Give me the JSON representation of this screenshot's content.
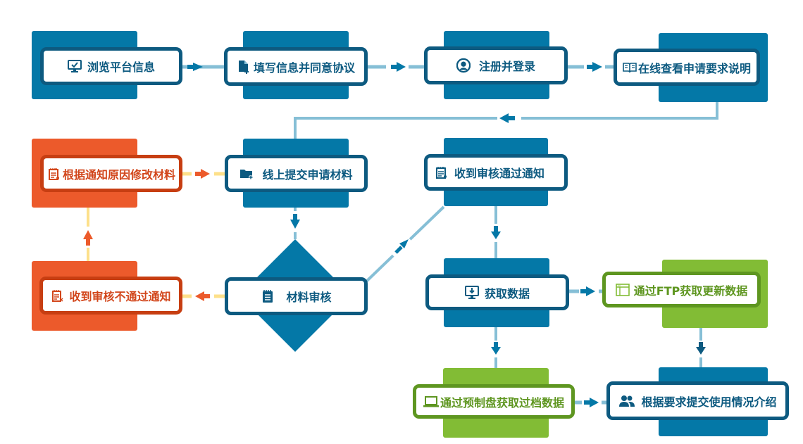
{
  "title": "数据申请流程",
  "colors": {
    "blue_back": "#0478a7",
    "blue_border": "#0d5a80",
    "blue_line": "#86bfd6",
    "orange_back": "#ec5a2b",
    "orange_border": "#c73e12",
    "orange_line": "#fde08a",
    "green_back": "#82bc35",
    "green_border": "#5e9620"
  },
  "steps": {
    "browse": {
      "label": "浏览平台信息",
      "icon": "monitor-check-icon"
    },
    "fill_agree": {
      "label": "填写信息并同意协议",
      "icon": "document-add-icon"
    },
    "register_login": {
      "label": "注册并登录",
      "icon": "user-circle-icon"
    },
    "view_requirements": {
      "label": "在线查看申请要求说明",
      "icon": "open-book-icon"
    },
    "submit_materials": {
      "label": "线上提交申请材料",
      "icon": "folder-add-icon"
    },
    "modify_materials": {
      "label": "根据通知原因修改材料",
      "icon": "notepad-edit-icon"
    },
    "approved_notice": {
      "label": "收到审核通过通知",
      "icon": "notepad-edit-icon"
    },
    "review": {
      "label": "材料审核",
      "icon": "notepad-icon"
    },
    "rejected_notice": {
      "label": "收到审核不通过通知",
      "icon": "notepad-reject-icon"
    },
    "get_data": {
      "label": "获取数据",
      "icon": "monitor-download-icon"
    },
    "ftp_update": {
      "label": "通过FTP获取更新数据",
      "icon": "browser-window-icon"
    },
    "disk_archive": {
      "label": "通过预制盘获取过档数据",
      "icon": "laptop-icon"
    },
    "usage_report": {
      "label": "根据要求提交使用情况介绍",
      "icon": "users-icon"
    }
  }
}
